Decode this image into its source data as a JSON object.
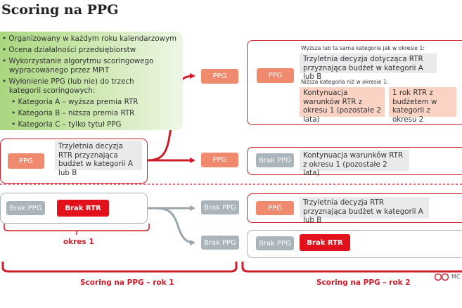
{
  "title": "Scoring na PPG",
  "bullets": [
    "• Organizowany w każdym roku kalendarzowym",
    "• Ocena działalności przedsiębiorstw",
    "• Wykorzystanie algorytmu scoringowego",
    "   wypracowanego przez MPiT",
    "• Wyłonienie PPG (lub nie) do trzech",
    "   kategorii scoringowych:",
    "    • Kategoria A – wyższa premia RTR",
    "    • Kategoria B – niższa premia RTR",
    "    • Kategoria C – tylko tytuł PPG"
  ],
  "labels": {
    "ppg": "PPG",
    "brak_ppg": "Brak PPG",
    "brak_rtr": "Brak RTR"
  },
  "year1": {
    "decision_text": "Trzyletnia decyzja RTR przyznająca budżet w kategorii A lub B",
    "period_label": "okres 1",
    "footer": "Scoring na PPG – rok 1"
  },
  "year2": {
    "same_cat_note": "Wyższa lub ta sama kategoria jak w okresie 1:",
    "same_cat_text": "Trzyletnia decyzja dotycząca RTR przyznająca budżet w kategorii A lub B",
    "lower_cat_note": "Niższa kategoria niż w okresie 1:",
    "continuation_text": "Kontynuacja warunków RTR z okresu 1 (pozostałe 2 lata)",
    "one_year_text": "1 rok RTR z budżetem w kategorii z okresu 2",
    "continuation_text_2": "Kontynuacja warunków RTR z okresu 1 (pozostałe 2 lata)",
    "new_decision_text": "Trzyletnia decyzja RTR przyznająca budżet w kategorii A lub B",
    "footer": "Scoring na PPG – rok 2"
  },
  "credit": "MC",
  "colors": {
    "accent_red": "#d01d2a",
    "salmon": "#ef8a6f",
    "pale_salmon": "#fad3c4",
    "grey_pill": "#a9b4bb",
    "light_grey": "#e8eaec",
    "green": "#a9d67f"
  }
}
